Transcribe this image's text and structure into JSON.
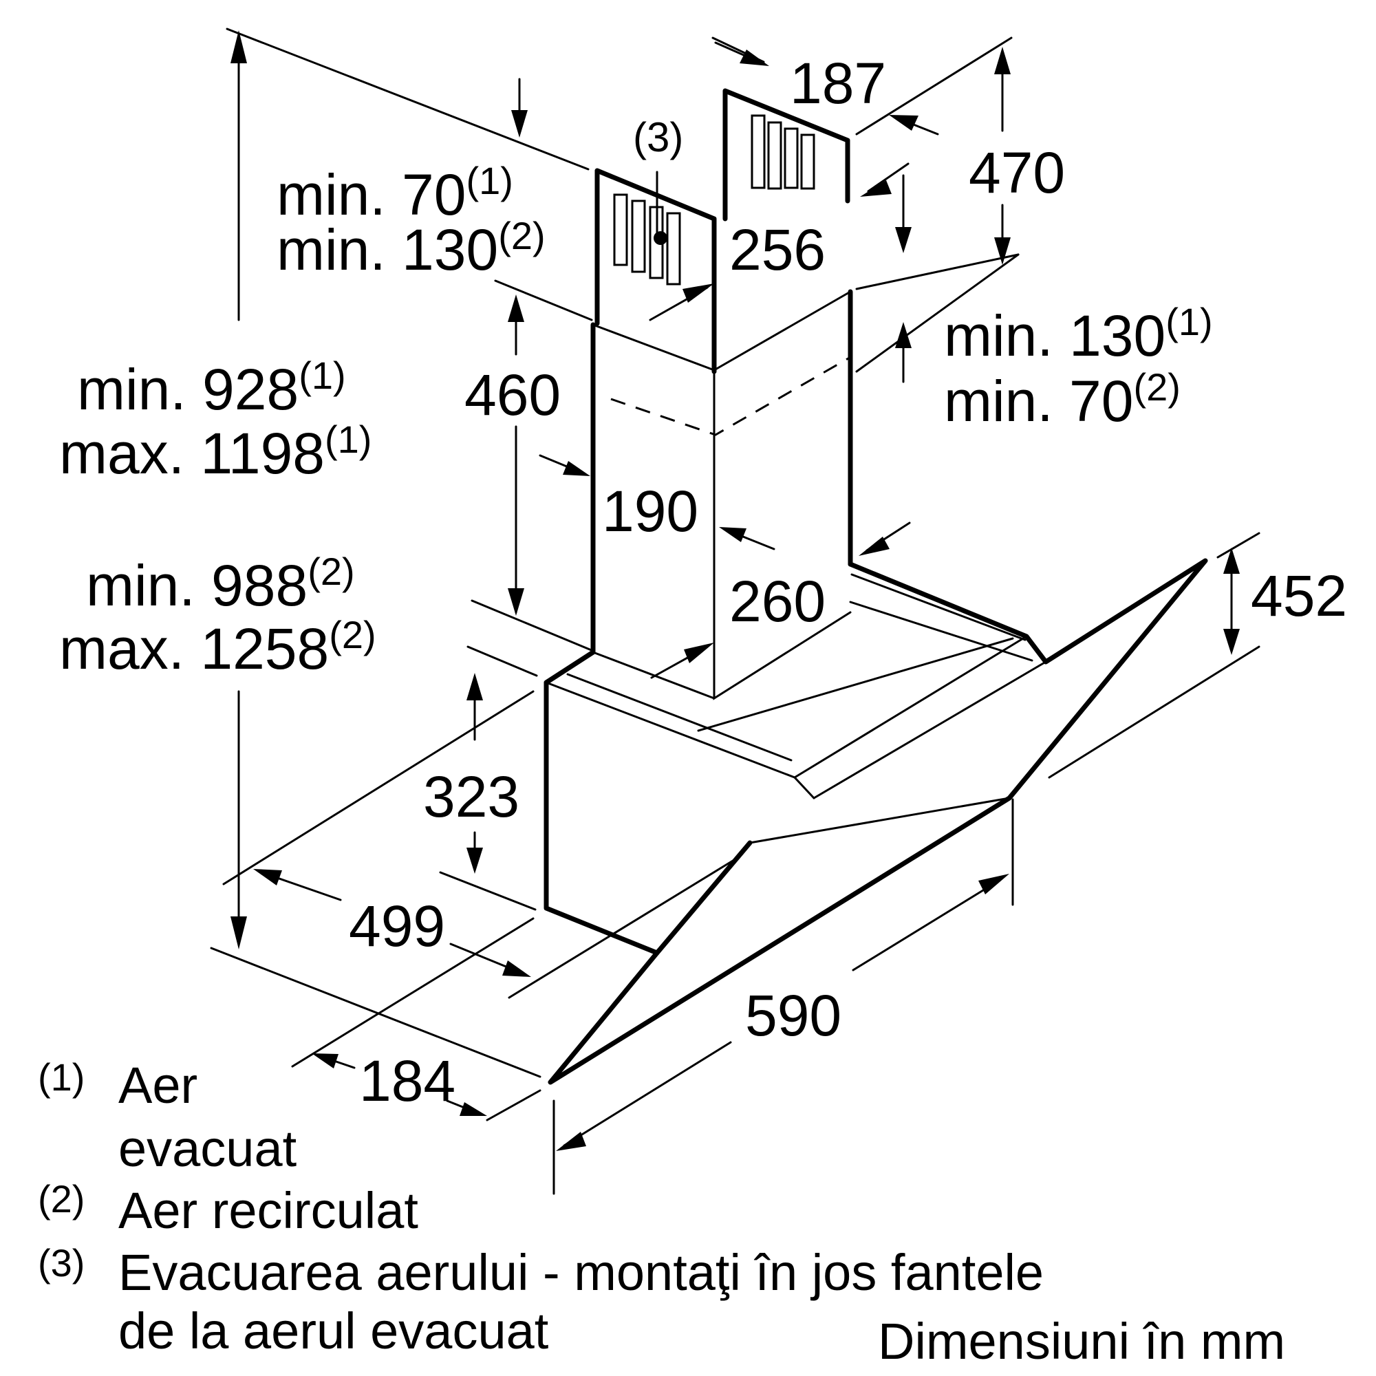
{
  "dimensions": {
    "chimney_top_width": "187",
    "chimney_top_height": "470",
    "chimney_upper_depth": "256",
    "inner_chimney_height": "460",
    "chimney_lower_width": "190",
    "chimney_lower_depth": "260",
    "canopy_height": "452",
    "body_height": "323",
    "body_depth": "499",
    "glass_depth": "184",
    "hood_width": "590"
  },
  "labels": {
    "vent_marker": "(3)",
    "top_clearance": [
      {
        "prefix": "min. 70",
        "note": "(1)"
      },
      {
        "prefix": "min. 130",
        "note": "(2)"
      }
    ],
    "right_clearance": [
      {
        "prefix": "min. 130",
        "note": "(1)"
      },
      {
        "prefix": "min. 70",
        "note": "(2)"
      }
    ],
    "exhaust_range": [
      {
        "prefix": "min. 928",
        "note": "(1)"
      },
      {
        "prefix": "max. 1198",
        "note": "(1)"
      }
    ],
    "recirc_range": [
      {
        "prefix": "min. 988",
        "note": "(2)"
      },
      {
        "prefix": "max. 1258",
        "note": "(2)"
      }
    ]
  },
  "legend": [
    {
      "num": "(1)",
      "lines": [
        "Aer",
        "evacuat"
      ]
    },
    {
      "num": "(2)",
      "lines": [
        "Aer recirculat"
      ]
    },
    {
      "num": "(3)",
      "lines": [
        "Evacuarea aerului - montaţi în jos fantele",
        "de la aerul evacuat"
      ]
    }
  ],
  "units_note": "Dimensiuni în mm"
}
